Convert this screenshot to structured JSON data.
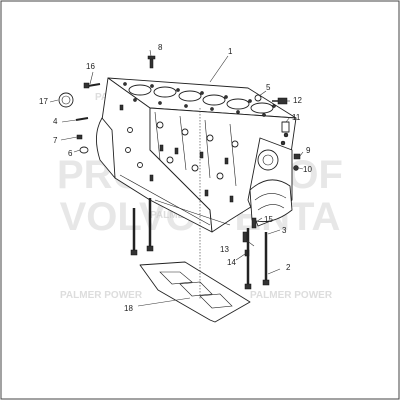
{
  "watermark": {
    "line1": "PROPERTY OF",
    "line2": "VOLVO PENTA",
    "brand_small": "PALMER POWER"
  },
  "callouts": {
    "c1": "1",
    "c2": "2",
    "c3": "3",
    "c4": "4",
    "c5": "5",
    "c6": "6",
    "c7": "7",
    "c8": "8",
    "c9": "9",
    "c10": "10",
    "c11": "11",
    "c12": "12",
    "c13": "13",
    "c14": "14",
    "c15": "15",
    "c16": "16",
    "c17": "17",
    "c18": "18"
  }
}
